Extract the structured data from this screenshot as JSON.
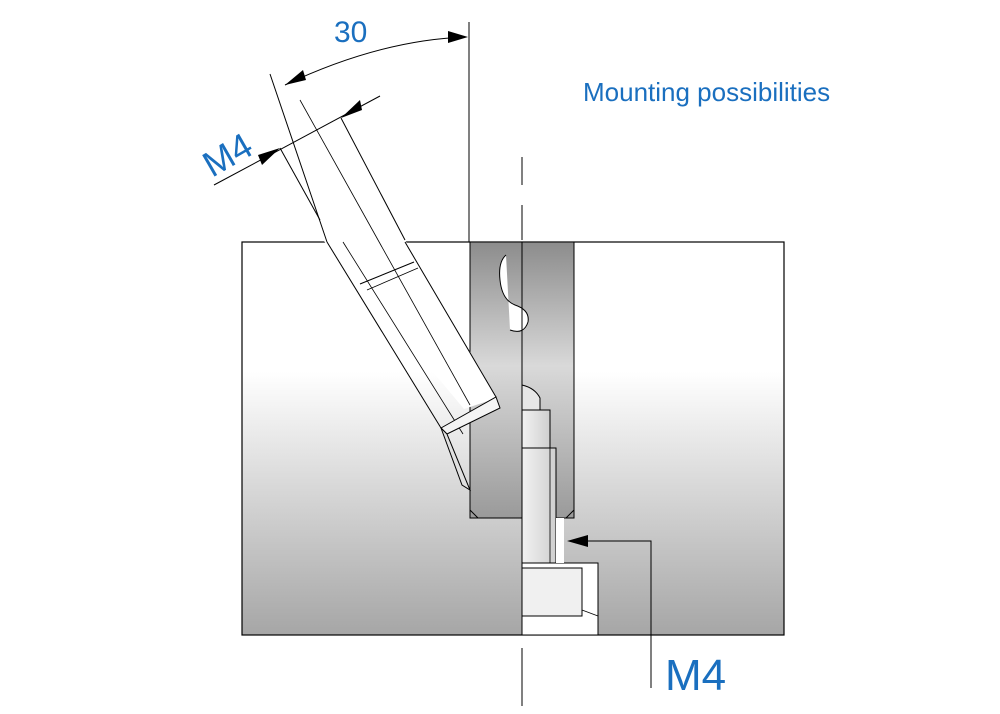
{
  "title": "Mounting possibilities",
  "dimensions": {
    "angle_label": "30",
    "thread_angled_label": "M4",
    "thread_vertical_label": "M4"
  },
  "colors": {
    "annotation": "#1a6fbf",
    "line": "#000000",
    "block_light": "#ffffff",
    "block_dark": "#a9a9a9",
    "slot_fill": "#8f8f8f",
    "slot_fill_light": "#d6d6d6"
  }
}
